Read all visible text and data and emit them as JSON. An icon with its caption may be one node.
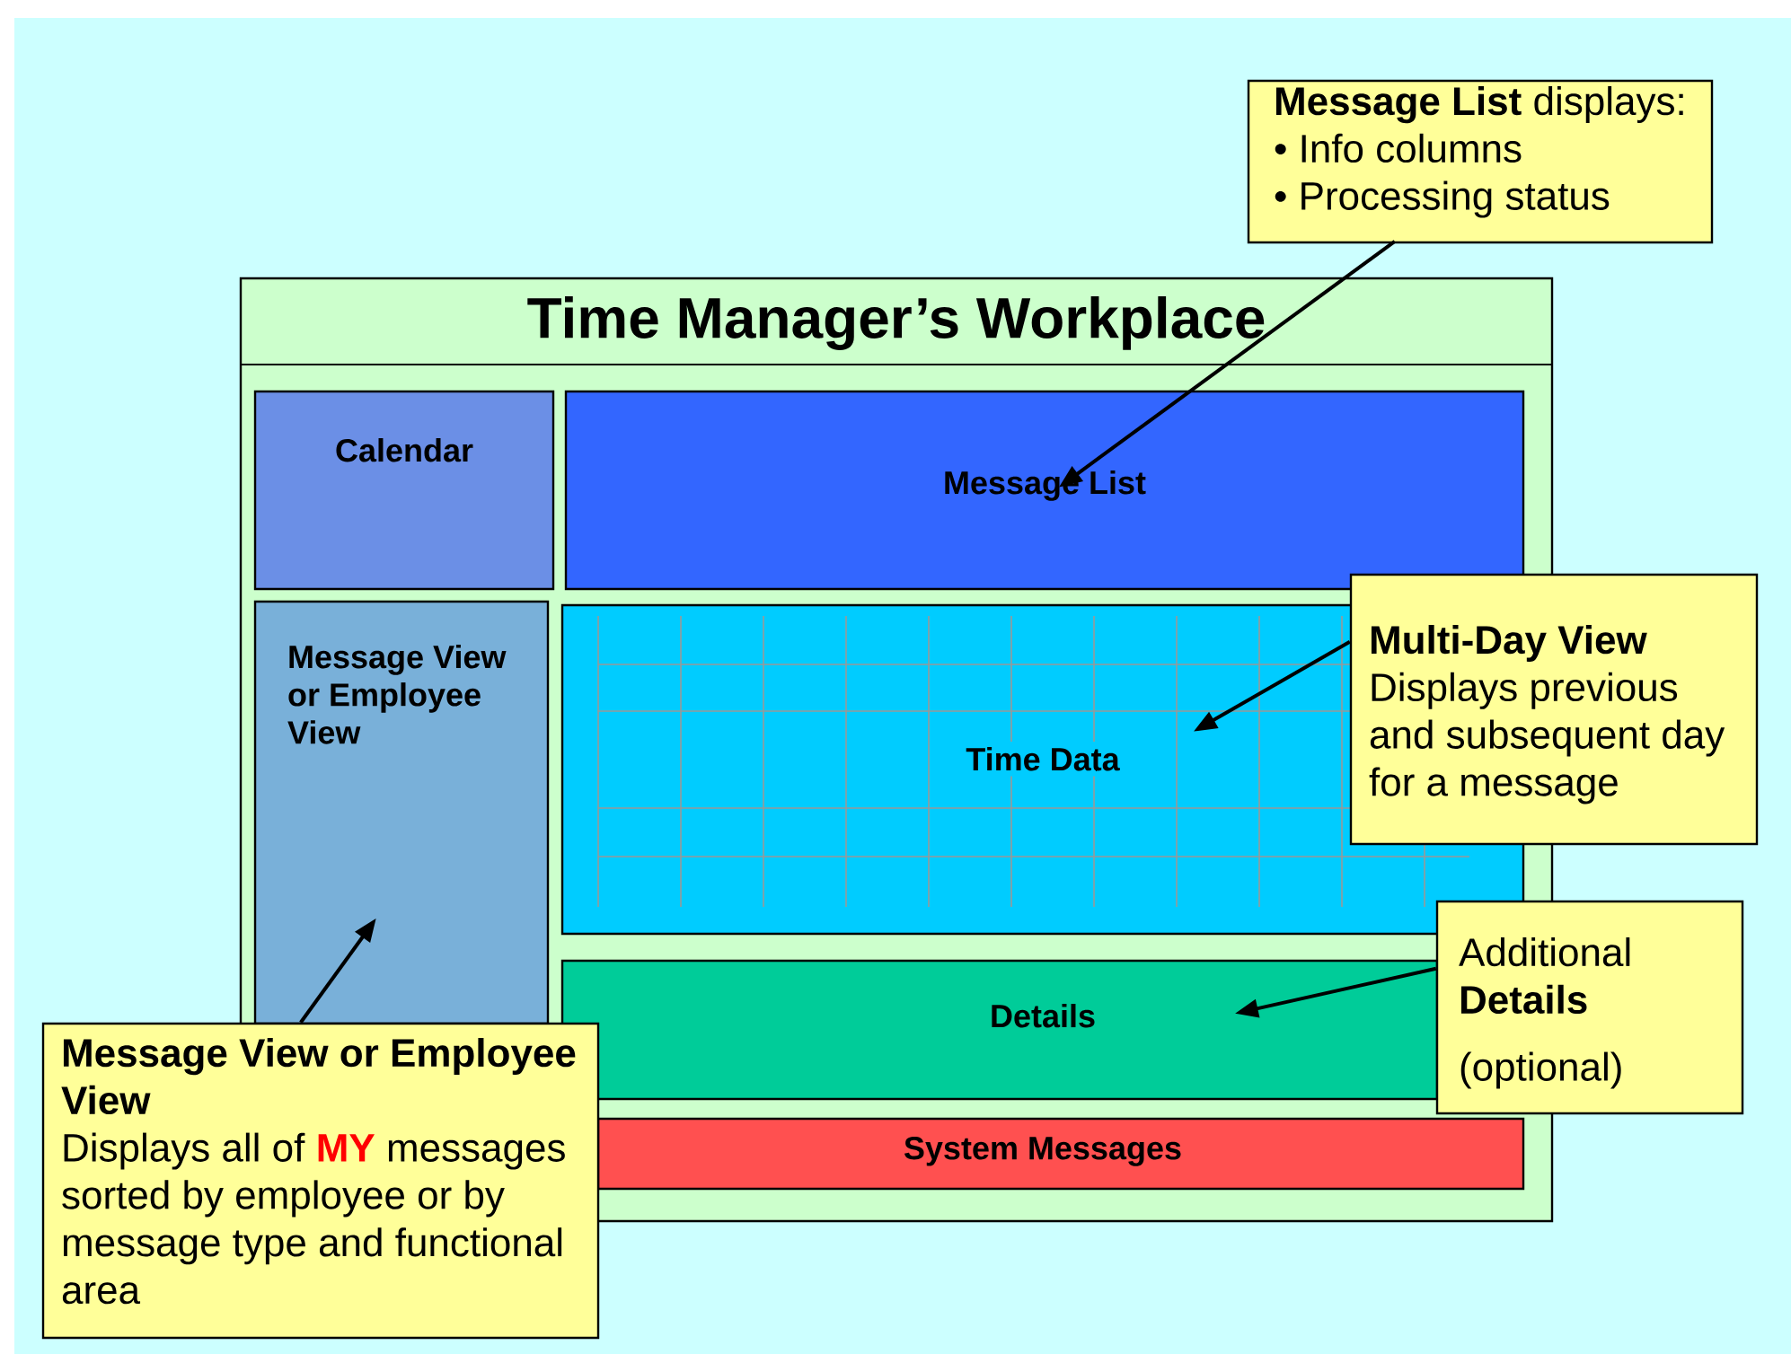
{
  "diagram": {
    "nodes": [
      {
        "text": [
          "Time Manager’s Workplace"
        ]
      },
      {
        "text": [
          "Calendar"
        ],
        "in": 0
      },
      {
        "text": [
          "Message List"
        ],
        "in": 0
      },
      {
        "text": [
          "Message View or Employee View"
        ],
        "in": 0
      },
      {
        "text": [
          "Time Data"
        ],
        "in": 0
      },
      {
        "text": [
          "Details"
        ],
        "in": 0
      },
      {
        "text": [
          "System Messages"
        ],
        "in": 0
      },
      {
        "text": [
          "**Message List** displays:",
          "• Info columns",
          "• Processing status"
        ]
      },
      {
        "text": [
          "Multi-Day View",
          "Displays previous and subsequent day for a message"
        ]
      },
      {
        "text": [
          "Additional **Details**",
          "(optional)"
        ]
      },
      {
        "text": [
          "Message View or Employee View",
          "Displays all of **MY** messages sorted by employee or by message type and functional area"
        ]
      }
    ],
    "edges": [
      {
        "from": 7,
        "to": 2,
        "arrow": "to"
      },
      {
        "from": 8,
        "to": 4,
        "arrow": "to"
      },
      {
        "from": 9,
        "to": 5,
        "arrow": "to"
      },
      {
        "from": 10,
        "to": 3,
        "arrow": "to"
      }
    ]
  }
}
